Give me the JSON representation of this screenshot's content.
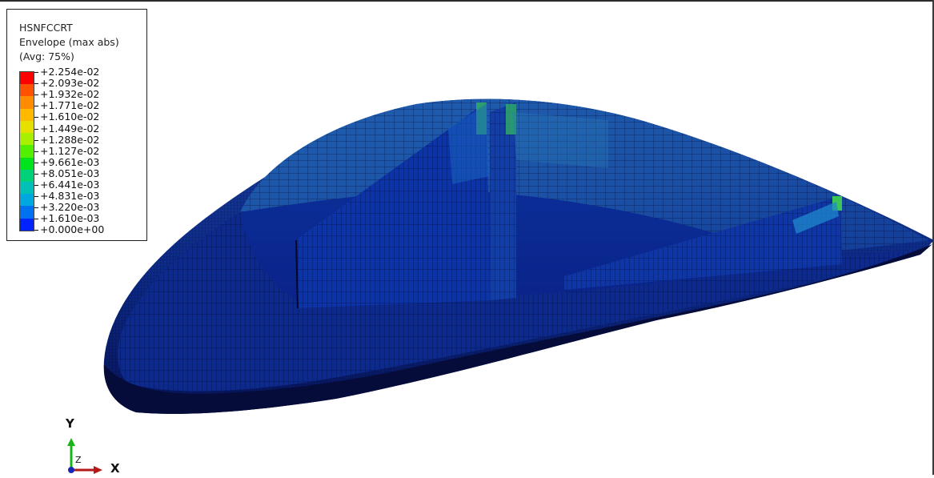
{
  "legend": {
    "title_line1": "HSNFCCRT",
    "title_line2": "Envelope (max abs)",
    "title_line3": "(Avg: 75%)",
    "values": [
      "+2.254e-02",
      "+2.093e-02",
      "+1.932e-02",
      "+1.771e-02",
      "+1.610e-02",
      "+1.449e-02",
      "+1.288e-02",
      "+1.127e-02",
      "+9.661e-03",
      "+8.051e-03",
      "+6.441e-03",
      "+4.831e-03",
      "+3.220e-03",
      "+1.610e-03",
      "+0.000e+00"
    ],
    "colors": [
      "#ff0000",
      "#ff5200",
      "#ff8c00",
      "#ffba00",
      "#e5e000",
      "#a8f000",
      "#52f000",
      "#00e41d",
      "#00d27a",
      "#00c0b8",
      "#00a8e0",
      "#0072f0",
      "#0024ff"
    ]
  },
  "triad": {
    "y_label": "Y",
    "z_label": "Z",
    "x_label": "X",
    "y_color": "#18b418",
    "x_color": "#b41818",
    "z_color": "#1828b4"
  },
  "model": {
    "base_color": "#0a1670",
    "top_color": "#1e46a8",
    "highlight_color": "#39c05a"
  }
}
